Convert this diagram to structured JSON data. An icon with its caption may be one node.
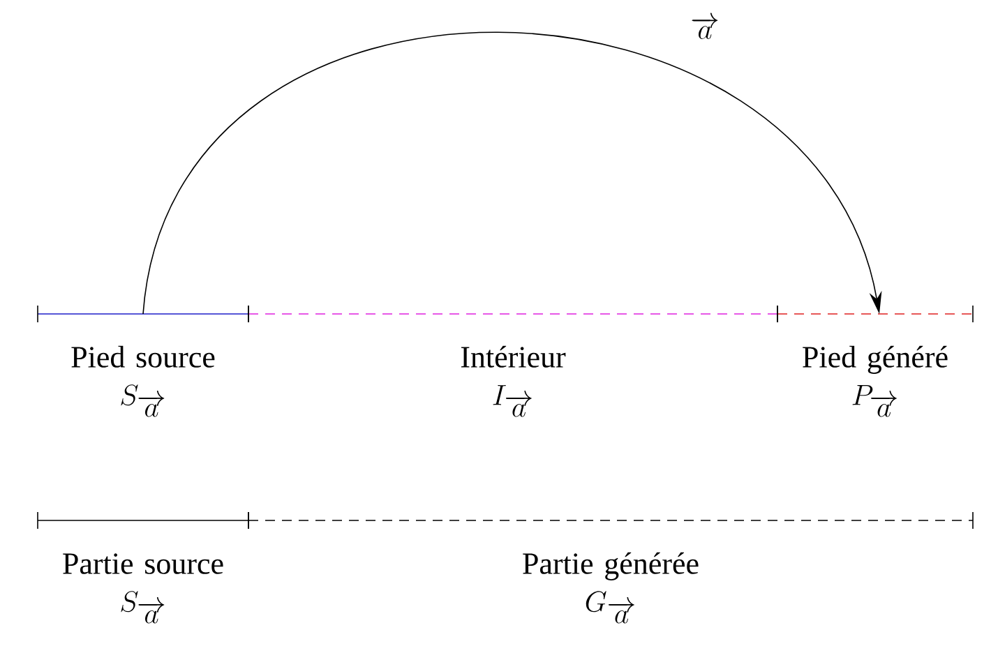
{
  "diagram": {
    "nodes": [
      {
        "text": [
          "Pied source",
          "S_{\\overrightarrow{a}}"
        ]
      },
      {
        "text": [
          "Intérieur",
          "I_{\\overrightarrow{a}}"
        ]
      },
      {
        "text": [
          "Pied généré",
          "P_{\\overrightarrow{a}}"
        ]
      },
      {
        "text": [
          "Partie source",
          "S_{\\overrightarrow{a}}"
        ]
      },
      {
        "text": [
          "Partie générée",
          "G_{\\overrightarrow{a}}"
        ]
      }
    ],
    "edges": [
      {
        "from": 0,
        "to": 2,
        "arrow": "to",
        "label": "\\overrightarrow{a}"
      }
    ]
  }
}
